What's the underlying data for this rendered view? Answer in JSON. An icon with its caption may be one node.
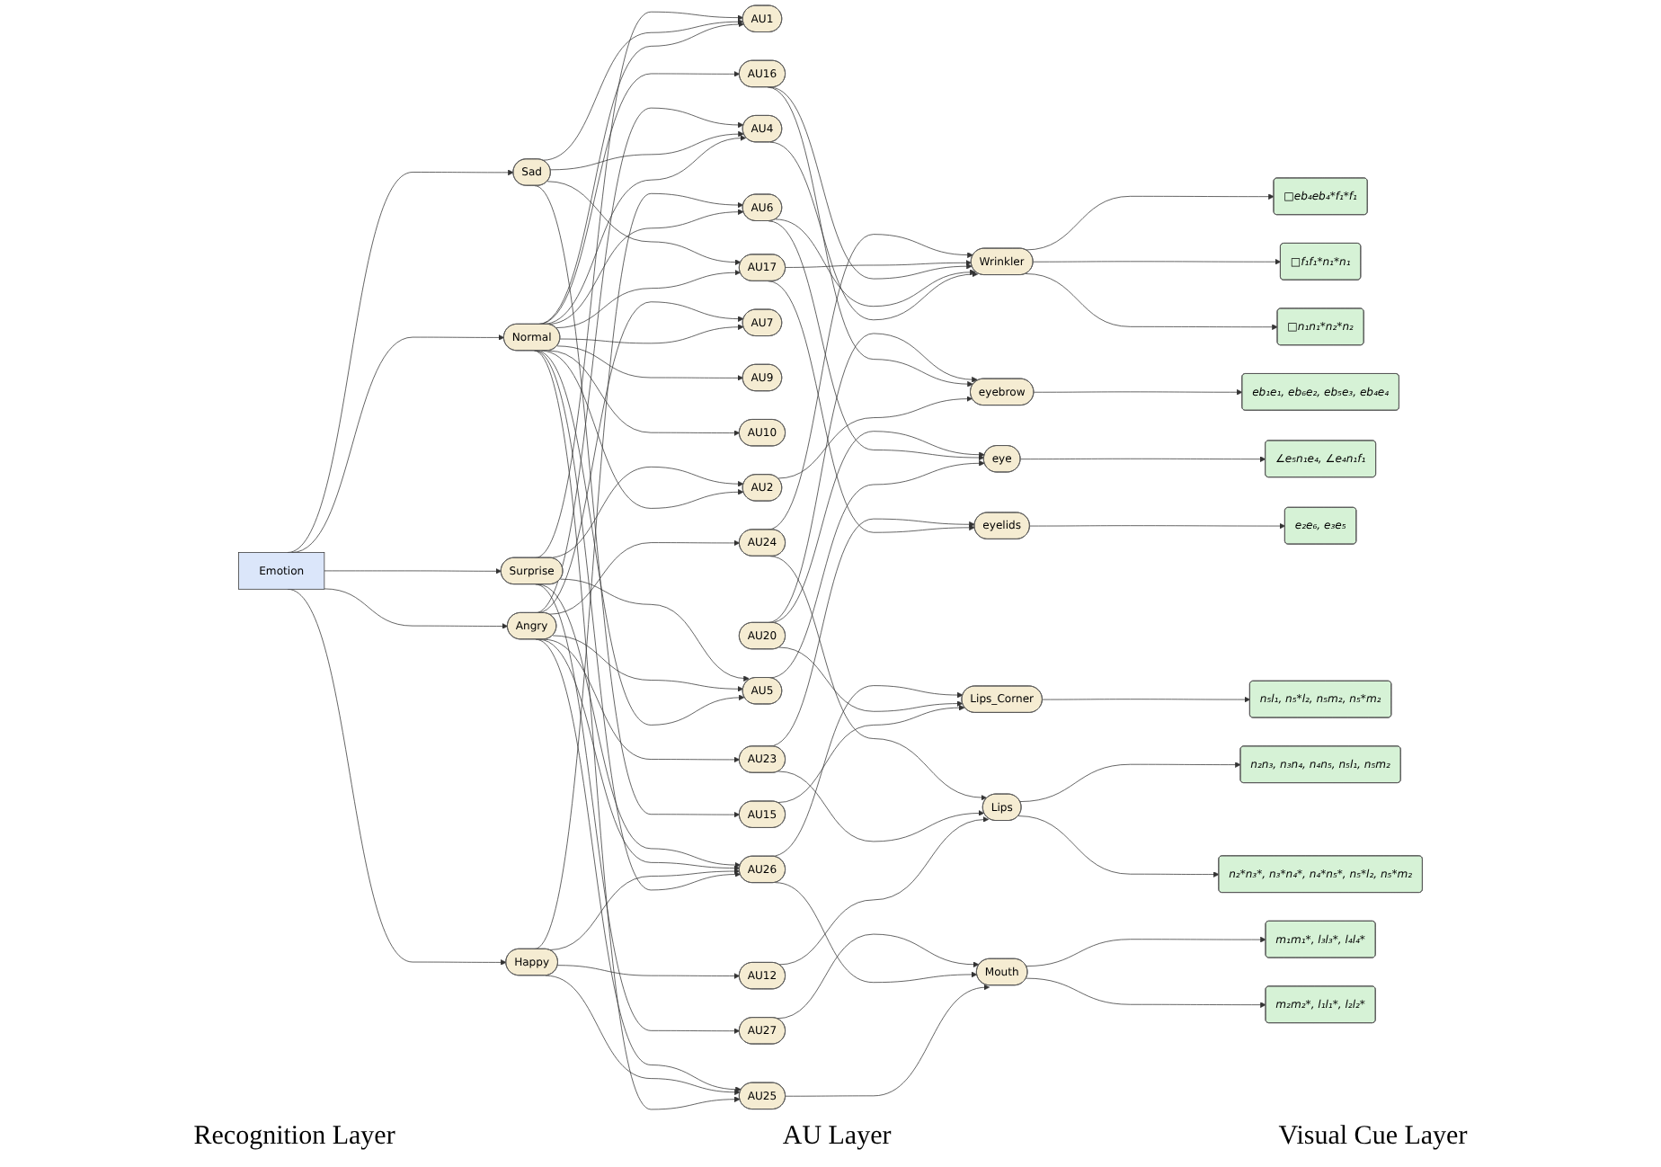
{
  "diagram": {
    "nodes": [
      {
        "text": [
          "Emotion"
        ]
      },
      {
        "text": [
          "Normal"
        ]
      },
      {
        "text": [
          "Happy"
        ]
      },
      {
        "text": [
          "Sad"
        ]
      },
      {
        "text": [
          "Angry"
        ]
      },
      {
        "text": [
          "Surprise"
        ]
      },
      {
        "text": [
          "AU1"
        ]
      },
      {
        "text": [
          "AU2"
        ]
      },
      {
        "text": [
          "AU4"
        ]
      },
      {
        "text": [
          "AU5"
        ]
      },
      {
        "text": [
          "AU6"
        ]
      },
      {
        "text": [
          "AU7"
        ]
      },
      {
        "text": [
          "AU9"
        ]
      },
      {
        "text": [
          "AU10"
        ]
      },
      {
        "text": [
          "AU12"
        ]
      },
      {
        "text": [
          "AU15"
        ]
      },
      {
        "text": [
          "AU16"
        ]
      },
      {
        "text": [
          "AU17"
        ]
      },
      {
        "text": [
          "AU20"
        ]
      },
      {
        "text": [
          "AU23"
        ]
      },
      {
        "text": [
          "AU24"
        ]
      },
      {
        "text": [
          "AU25"
        ]
      },
      {
        "text": [
          "AU26"
        ]
      },
      {
        "text": [
          "AU27"
        ]
      },
      {
        "text": [
          "eyebrow"
        ]
      },
      {
        "text": [
          "eyelids"
        ]
      },
      {
        "text": [
          "eye"
        ]
      },
      {
        "text": [
          "Wrinkler"
        ]
      },
      {
        "text": [
          "Lips"
        ]
      },
      {
        "text": [
          "Lips_Corner"
        ]
      },
      {
        "text": [
          "Mouth"
        ]
      },
      {
        "text": [
          "eb₁e₁, eb₆e₂, eb₅e₃, eb₄e₄"
        ]
      },
      {
        "text": [
          "e₂e₆, e₃e₅"
        ]
      },
      {
        "text": [
          "∠e₅n₁e₄, ∠e₄n₁f₁"
        ]
      },
      {
        "text": [
          "□eb₄eb₄*f₁*f₁"
        ]
      },
      {
        "text": [
          "□f₁f₁*n₁*n₁"
        ]
      },
      {
        "text": [
          "□n₁n₁*n₂*n₂"
        ]
      },
      {
        "text": [
          "n₂n₃, n₃n₄, n₄n₅, n₅l₁, n₅m₂"
        ]
      },
      {
        "text": [
          "n₂*n₃*, n₃*n₄*, n₄*n₅*, n₅*l₂, n₅*m₂"
        ]
      },
      {
        "text": [
          "n₅l₁, n₅*l₂, n₅m₂, n₅*m₂"
        ]
      },
      {
        "text": [
          "m₁m₁*, l₃l₃*, l₄l₄*"
        ]
      },
      {
        "text": [
          "m₂m₂*, l₁l₁*, l₂l₂*"
        ]
      }
    ],
    "edges": [
      {
        "from": 0,
        "to": 1,
        "arrow": "to"
      },
      {
        "from": 0,
        "to": 2,
        "arrow": "to"
      },
      {
        "from": 0,
        "to": 3,
        "arrow": "to"
      },
      {
        "from": 0,
        "to": 4,
        "arrow": "to"
      },
      {
        "from": 0,
        "to": 5,
        "arrow": "to"
      },
      {
        "from": 1,
        "to": 6,
        "arrow": "to"
      },
      {
        "from": 1,
        "to": 7,
        "arrow": "to"
      },
      {
        "from": 1,
        "to": 8,
        "arrow": "to"
      },
      {
        "from": 1,
        "to": 9,
        "arrow": "to"
      },
      {
        "from": 1,
        "to": 10,
        "arrow": "to"
      },
      {
        "from": 1,
        "to": 11,
        "arrow": "to"
      },
      {
        "from": 1,
        "to": 12,
        "arrow": "to"
      },
      {
        "from": 1,
        "to": 13,
        "arrow": "to"
      },
      {
        "from": 1,
        "to": 16,
        "arrow": "to"
      },
      {
        "from": 1,
        "to": 17,
        "arrow": "to"
      },
      {
        "from": 1,
        "to": 21,
        "arrow": "to"
      },
      {
        "from": 1,
        "to": 22,
        "arrow": "to"
      },
      {
        "from": 2,
        "to": 10,
        "arrow": "to"
      },
      {
        "from": 2,
        "to": 14,
        "arrow": "to"
      },
      {
        "from": 2,
        "to": 21,
        "arrow": "to"
      },
      {
        "from": 2,
        "to": 22,
        "arrow": "to"
      },
      {
        "from": 3,
        "to": 6,
        "arrow": "to"
      },
      {
        "from": 3,
        "to": 8,
        "arrow": "to"
      },
      {
        "from": 3,
        "to": 15,
        "arrow": "to"
      },
      {
        "from": 3,
        "to": 17,
        "arrow": "to"
      },
      {
        "from": 4,
        "to": 8,
        "arrow": "to"
      },
      {
        "from": 4,
        "to": 9,
        "arrow": "to"
      },
      {
        "from": 4,
        "to": 11,
        "arrow": "to"
      },
      {
        "from": 4,
        "to": 19,
        "arrow": "to"
      },
      {
        "from": 4,
        "to": 20,
        "arrow": "to"
      },
      {
        "from": 4,
        "to": 21,
        "arrow": "to"
      },
      {
        "from": 4,
        "to": 22,
        "arrow": "to"
      },
      {
        "from": 5,
        "to": 6,
        "arrow": "to"
      },
      {
        "from": 5,
        "to": 7,
        "arrow": "to"
      },
      {
        "from": 5,
        "to": 9,
        "arrow": "to"
      },
      {
        "from": 5,
        "to": 22,
        "arrow": "to"
      },
      {
        "from": 5,
        "to": 23,
        "arrow": "to"
      },
      {
        "from": 7,
        "to": 24,
        "arrow": "to"
      },
      {
        "from": 16,
        "to": 24,
        "arrow": "to"
      },
      {
        "from": 18,
        "to": 24,
        "arrow": "to"
      },
      {
        "from": 17,
        "to": 25,
        "arrow": "to"
      },
      {
        "from": 19,
        "to": 25,
        "arrow": "to"
      },
      {
        "from": 9,
        "to": 26,
        "arrow": "to"
      },
      {
        "from": 10,
        "to": 26,
        "arrow": "to"
      },
      {
        "from": 18,
        "to": 26,
        "arrow": "to"
      },
      {
        "from": 8,
        "to": 27,
        "arrow": "to"
      },
      {
        "from": 10,
        "to": 27,
        "arrow": "to"
      },
      {
        "from": 16,
        "to": 27,
        "arrow": "to"
      },
      {
        "from": 17,
        "to": 27,
        "arrow": "to"
      },
      {
        "from": 20,
        "to": 27,
        "arrow": "to"
      },
      {
        "from": 14,
        "to": 28,
        "arrow": "to"
      },
      {
        "from": 19,
        "to": 28,
        "arrow": "to"
      },
      {
        "from": 20,
        "to": 28,
        "arrow": "to"
      },
      {
        "from": 15,
        "to": 29,
        "arrow": "to"
      },
      {
        "from": 18,
        "to": 29,
        "arrow": "to"
      },
      {
        "from": 22,
        "to": 29,
        "arrow": "to"
      },
      {
        "from": 21,
        "to": 30,
        "arrow": "to"
      },
      {
        "from": 22,
        "to": 30,
        "arrow": "to"
      },
      {
        "from": 23,
        "to": 30,
        "arrow": "to"
      },
      {
        "from": 24,
        "to": 31,
        "arrow": "to"
      },
      {
        "from": 25,
        "to": 32,
        "arrow": "to"
      },
      {
        "from": 26,
        "to": 33,
        "arrow": "to"
      },
      {
        "from": 27,
        "to": 34,
        "arrow": "to"
      },
      {
        "from": 27,
        "to": 35,
        "arrow": "to"
      },
      {
        "from": 27,
        "to": 36,
        "arrow": "to"
      },
      {
        "from": 28,
        "to": 37,
        "arrow": "to"
      },
      {
        "from": 28,
        "to": 38,
        "arrow": "to"
      },
      {
        "from": 29,
        "to": 39,
        "arrow": "to"
      },
      {
        "from": 30,
        "to": 40,
        "arrow": "to"
      },
      {
        "from": 30,
        "to": 41,
        "arrow": "to"
      }
    ],
    "labels": [
      "Recognition Layer",
      "AU Layer",
      "Visual Cue Layer"
    ]
  }
}
